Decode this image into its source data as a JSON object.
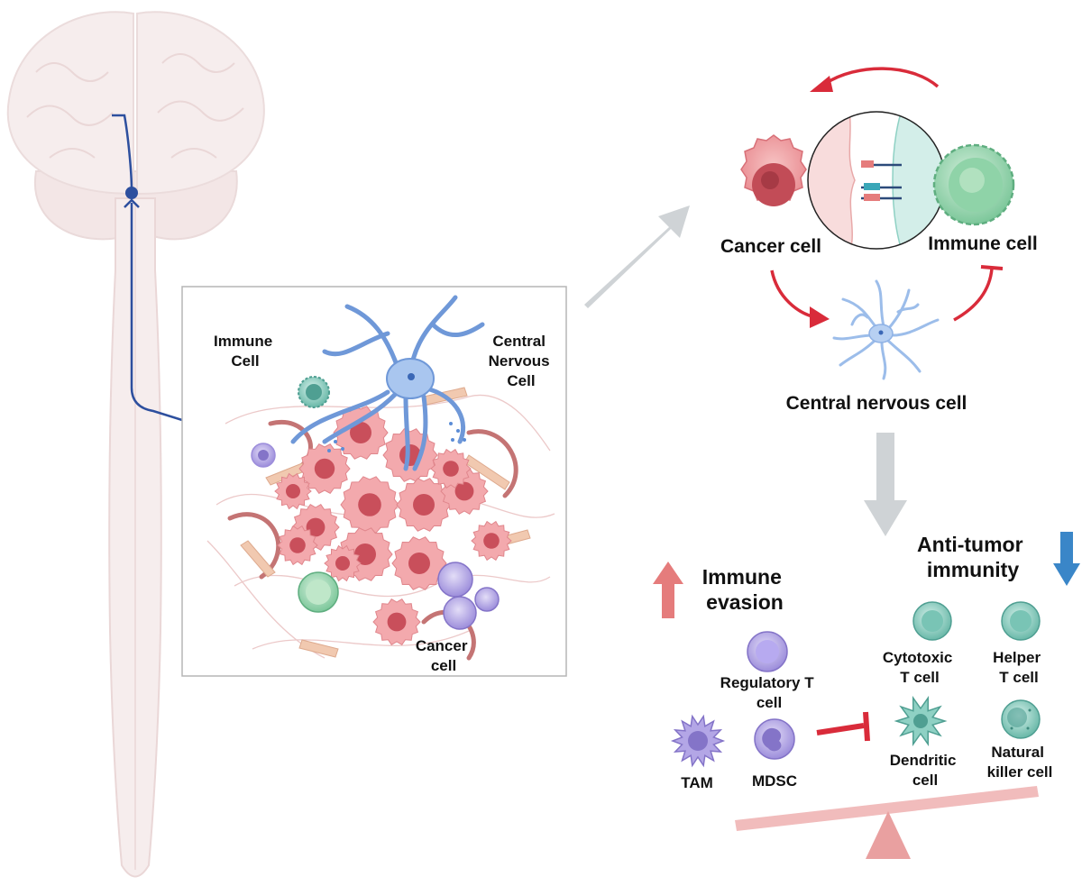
{
  "inset_labels": {
    "immune_cell": [
      "Immune",
      "Cell"
    ],
    "central_nervous_cell": [
      "Central",
      "Nervous",
      "Cell"
    ],
    "cancer_cell": [
      "Cancer",
      "cell"
    ]
  },
  "interaction": {
    "cancer_cell": "Cancer cell",
    "immune_cell": "Immune cell",
    "central_nervous_cell": "Central nervous cell"
  },
  "immune_evasion": {
    "title": [
      "Immune",
      "evasion"
    ],
    "cells": {
      "regulatory_t": [
        "Regulatory T",
        "cell"
      ],
      "tam": "TAM",
      "mdsc": "MDSC"
    }
  },
  "anti_tumor": {
    "title": [
      "Anti-tumor",
      "immunity"
    ],
    "cells": {
      "cytotoxic_t": [
        "Cytotoxic",
        "T cell"
      ],
      "helper_t": [
        "Helper",
        "T cell"
      ],
      "dendritic": [
        "Dendritic",
        "cell"
      ],
      "nk": [
        "Natural",
        "killer cell"
      ]
    }
  },
  "colors": {
    "cancer": "#e8888e",
    "immune_green": "#7cc79a",
    "nervous_blue": "#8fb5e6",
    "teal_cell": "#8fd1c4",
    "purple_cell": "#b3a6e6",
    "inhibit_red": "#d92b3a",
    "up_arrow": "#e57c7c",
    "down_arrow": "#3a86c8",
    "gray_arrow": "#cfd3d6",
    "neuron_line": "#2d4f9e",
    "brain": "#f6eded"
  }
}
